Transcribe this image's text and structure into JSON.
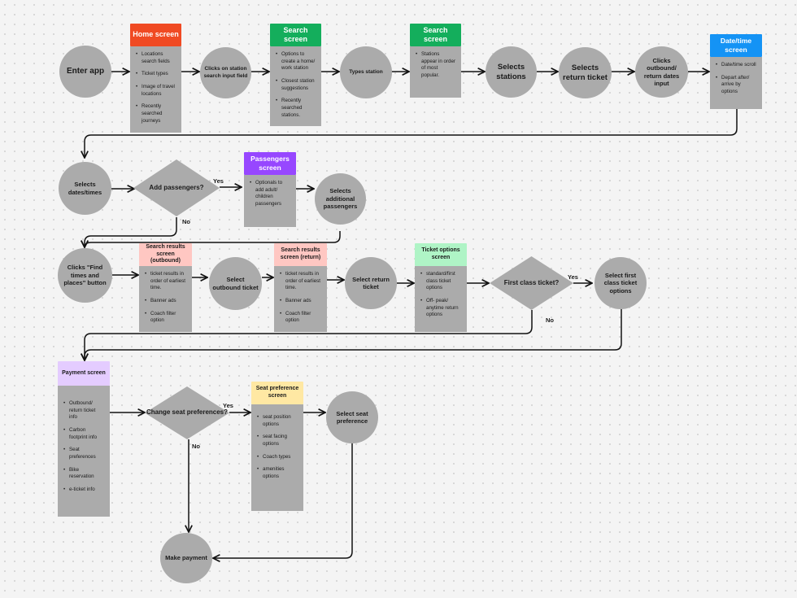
{
  "colors": {
    "node": "#ababab",
    "edge": "#111111",
    "home": "#f04a23",
    "search": "#14ae5c",
    "datetime": "#1493f5",
    "passengers": "#9747ff",
    "search_results": "#ffc7c2",
    "ticket_options": "#aff4c6",
    "payment": "#e4ccff",
    "seat_pref": "#ffe8a3"
  },
  "nodes": {
    "enter_app": "Enter app",
    "clicks_station": "Clicks on station search input field",
    "types_station": "Types station",
    "selects_stations": "Selects stations",
    "selects_return": "Selects return ticket",
    "clicks_outbound": "Clicks outbound/ return dates input",
    "selects_dates": "Selects dates/times",
    "add_passengers": "Add passengers?",
    "selects_additional": "Selects additional passengers",
    "clicks_find": "Clicks \"Find times and places\" button",
    "select_outbound": "Select outbound ticket",
    "select_return_ticket": "Select return ticket",
    "first_class": "First class ticket?",
    "select_first_class": "Select first class ticket options",
    "change_seat": "Change seat preferences?",
    "select_seat": "Select seat preference",
    "make_payment": "Make payment"
  },
  "cards": {
    "home": {
      "title": "Home screen",
      "items": [
        "Locations search fields",
        "Ticket types",
        "Image of travel locations",
        "Recently searched journeys"
      ]
    },
    "search1": {
      "title": "Search screen",
      "items": [
        "Options to create a home/ work station",
        "Closest station suggestions",
        "Recently searched stations."
      ]
    },
    "search2": {
      "title": "Search screen",
      "items": [
        "Stations appear in order of most popular."
      ]
    },
    "datetime": {
      "title": "Date/time screen",
      "items": [
        "Date/time scroll",
        "Depart after/ arrive by options"
      ]
    },
    "passengers": {
      "title": "Passengers screen",
      "items": [
        "Optionals to add adult/ children passengers"
      ]
    },
    "results_out": {
      "title": "Search results screen (outbound)",
      "items": [
        "ticket results in order of earliest time.",
        "Banner ads",
        "Coach filter option"
      ]
    },
    "results_ret": {
      "title": "Search results screen (return)",
      "items": [
        "ticket results in order of earliest time.",
        "Banner ads",
        "Coach filter option"
      ]
    },
    "ticket_options": {
      "title": "Ticket options screen",
      "items": [
        "standard/first class ticket options",
        "Off- peak/ anytime return options"
      ]
    },
    "payment": {
      "title": "Payment screen",
      "items": [
        "Outbound/ return ticket info",
        "Carbon footprint info",
        "Seat preferences",
        "Bike reservation",
        "e-ticket info"
      ]
    },
    "seat_pref": {
      "title": "Seat preference screen",
      "items": [
        "seat position options",
        "seat facing options",
        "Coach types",
        "amenities options"
      ]
    }
  },
  "labels": {
    "yes": "Yes",
    "no": "No"
  }
}
